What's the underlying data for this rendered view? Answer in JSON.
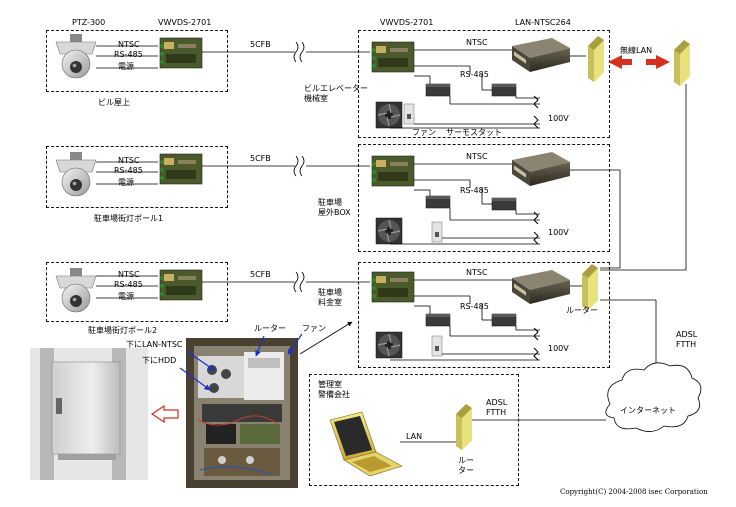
{
  "header": {
    "camera_model": "PTZ-300",
    "encoder_model_left": "VWVDS-2701",
    "encoder_model_right": "VWVDS-2701",
    "server_model": "LAN-NTSC264"
  },
  "cable": "5CFB",
  "signals": {
    "ntsc": "NTSC",
    "rs485": "RS-485",
    "power": "電源",
    "ac": "100V"
  },
  "sites": [
    {
      "camera_location": "ビル屋上",
      "equipment_location": "ビルエレベーター\n機械室"
    },
    {
      "camera_location": "駐車場街灯ポール1",
      "equipment_location": "駐車場\n屋外BOX"
    },
    {
      "camera_location": "駐車場街灯ポール2",
      "equipment_location": "駐車場\n料金室"
    }
  ],
  "components": {
    "fan": "ファン",
    "thermostat": "サーモスタット",
    "wireless_lan": "無線LAN",
    "router": "ルーター",
    "router_split": "ルー\nター",
    "internet": "インターネット",
    "adsl_ftth": "ADSL\nFTTH",
    "lan": "LAN"
  },
  "control_room": {
    "title": "管理室\n警備会社"
  },
  "photo_labels": {
    "lan_ntsc_below": "下にLAN-NTSC",
    "hdd_below": "下にHDD",
    "router": "ルーター",
    "fan": "ファン"
  },
  "colors": {
    "device_yellow": "#e8e27a",
    "arrow_red": "#d33020",
    "photo_arrow_blue": "#1a2fd0"
  },
  "copyright": "Copyright(C) 2004-2008  isec Corporation"
}
